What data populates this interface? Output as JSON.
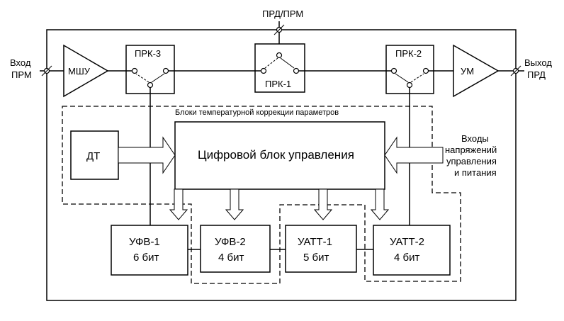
{
  "labels": {
    "input_prm": [
      "Вход",
      "ПРМ"
    ],
    "output_prd": [
      "Выход",
      "ПРД"
    ],
    "prd_prm": "ПРД/ПРМ",
    "mshu": "МШУ",
    "um": "УМ",
    "prk3": "ПРК-3",
    "prk1": "ПРК-1",
    "prk2": "ПРК-2",
    "temp_blocks": "Блоки температурной коррекции параметров",
    "dt": "ДТ",
    "control": "Цифровой блок управления",
    "inputs_right": [
      "Входы",
      "напряжений",
      "управления",
      "и питания"
    ],
    "ufv1": [
      "УФВ-1",
      "6 бит"
    ],
    "ufv2": [
      "УФВ-2",
      "4 бит"
    ],
    "uatt1": [
      "УАТТ-1",
      "5 бит"
    ],
    "uatt2": [
      "УАТТ-2",
      "4 бит"
    ]
  }
}
